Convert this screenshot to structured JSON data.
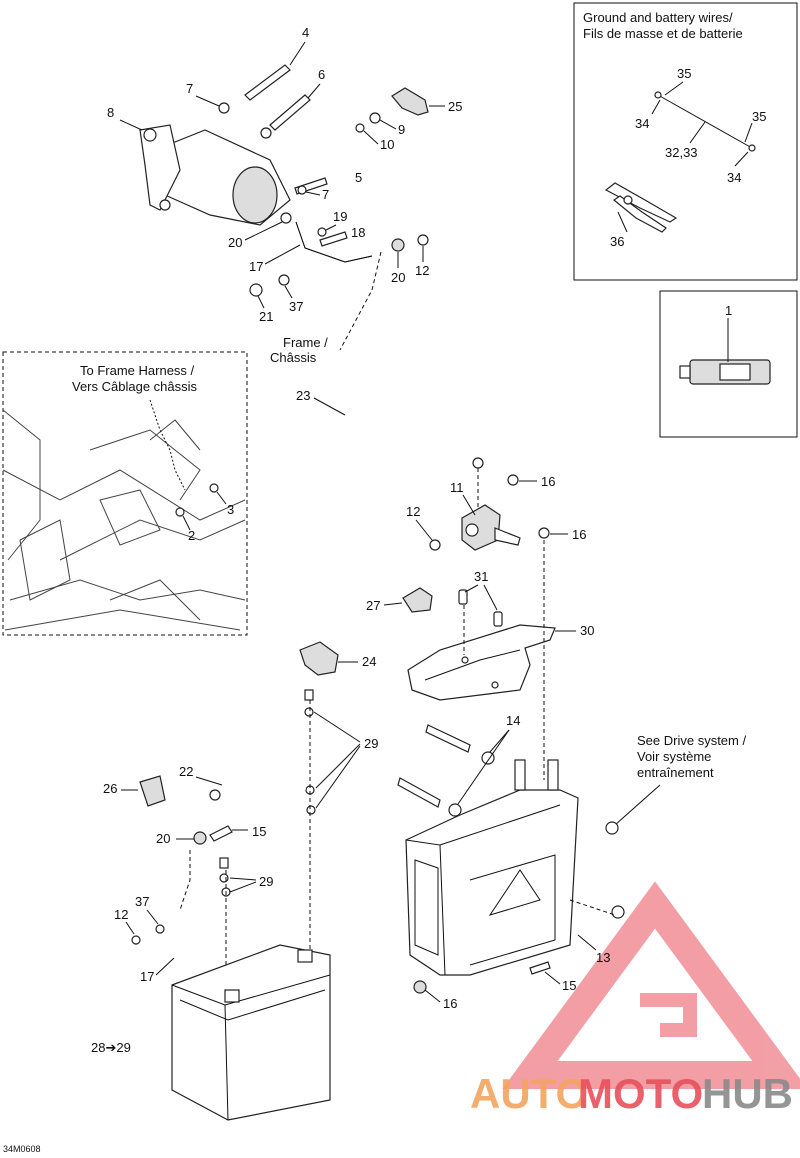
{
  "diagram": {
    "drawing_code": "34M0608",
    "note": "28➔29",
    "labels": {
      "frame": [
        "Frame /",
        "Châssis"
      ],
      "frame_harness": [
        "To Frame Harness /",
        "Vers Câblage châssis"
      ],
      "ground_battery": [
        "Ground and battery wires/",
        "Fils de masse et de batterie"
      ],
      "drive_system": [
        "See Drive system /",
        "Voir système",
        "entraînement"
      ]
    },
    "parts": {
      "p1": "1",
      "p2": "2",
      "p3": "3",
      "p4": "4",
      "p5": "5",
      "p6": "6",
      "p7a": "7",
      "p7b": "7",
      "p8": "8",
      "p9": "9",
      "p10": "10",
      "p11": "11",
      "p12a": "12",
      "p12b": "12",
      "p12c": "12",
      "p13": "13",
      "p14": "14",
      "p15a": "15",
      "p15b": "15",
      "p16a": "16",
      "p16b": "16",
      "p16c": "16",
      "p17a": "17",
      "p17b": "17",
      "p18": "18",
      "p19": "19",
      "p20a": "20",
      "p20b": "20",
      "p20c": "20",
      "p21": "21",
      "p22": "22",
      "p23": "23",
      "p24": "24",
      "p25": "25",
      "p26": "26",
      "p27": "27",
      "p29a": "29",
      "p29b": "29",
      "p30": "30",
      "p31": "31",
      "p32_33": "32,33",
      "p34a": "34",
      "p34b": "34",
      "p35a": "35",
      "p35b": "35",
      "p36": "36",
      "p37a": "37",
      "p37b": "37"
    }
  },
  "watermark": {
    "text_part1": "AUTO",
    "text_part2": "MOTO",
    "text_part3": "HUB",
    "colors": {
      "orange": "#f4a460",
      "red": "#e8505b",
      "gray": "#8a8a8a"
    }
  }
}
